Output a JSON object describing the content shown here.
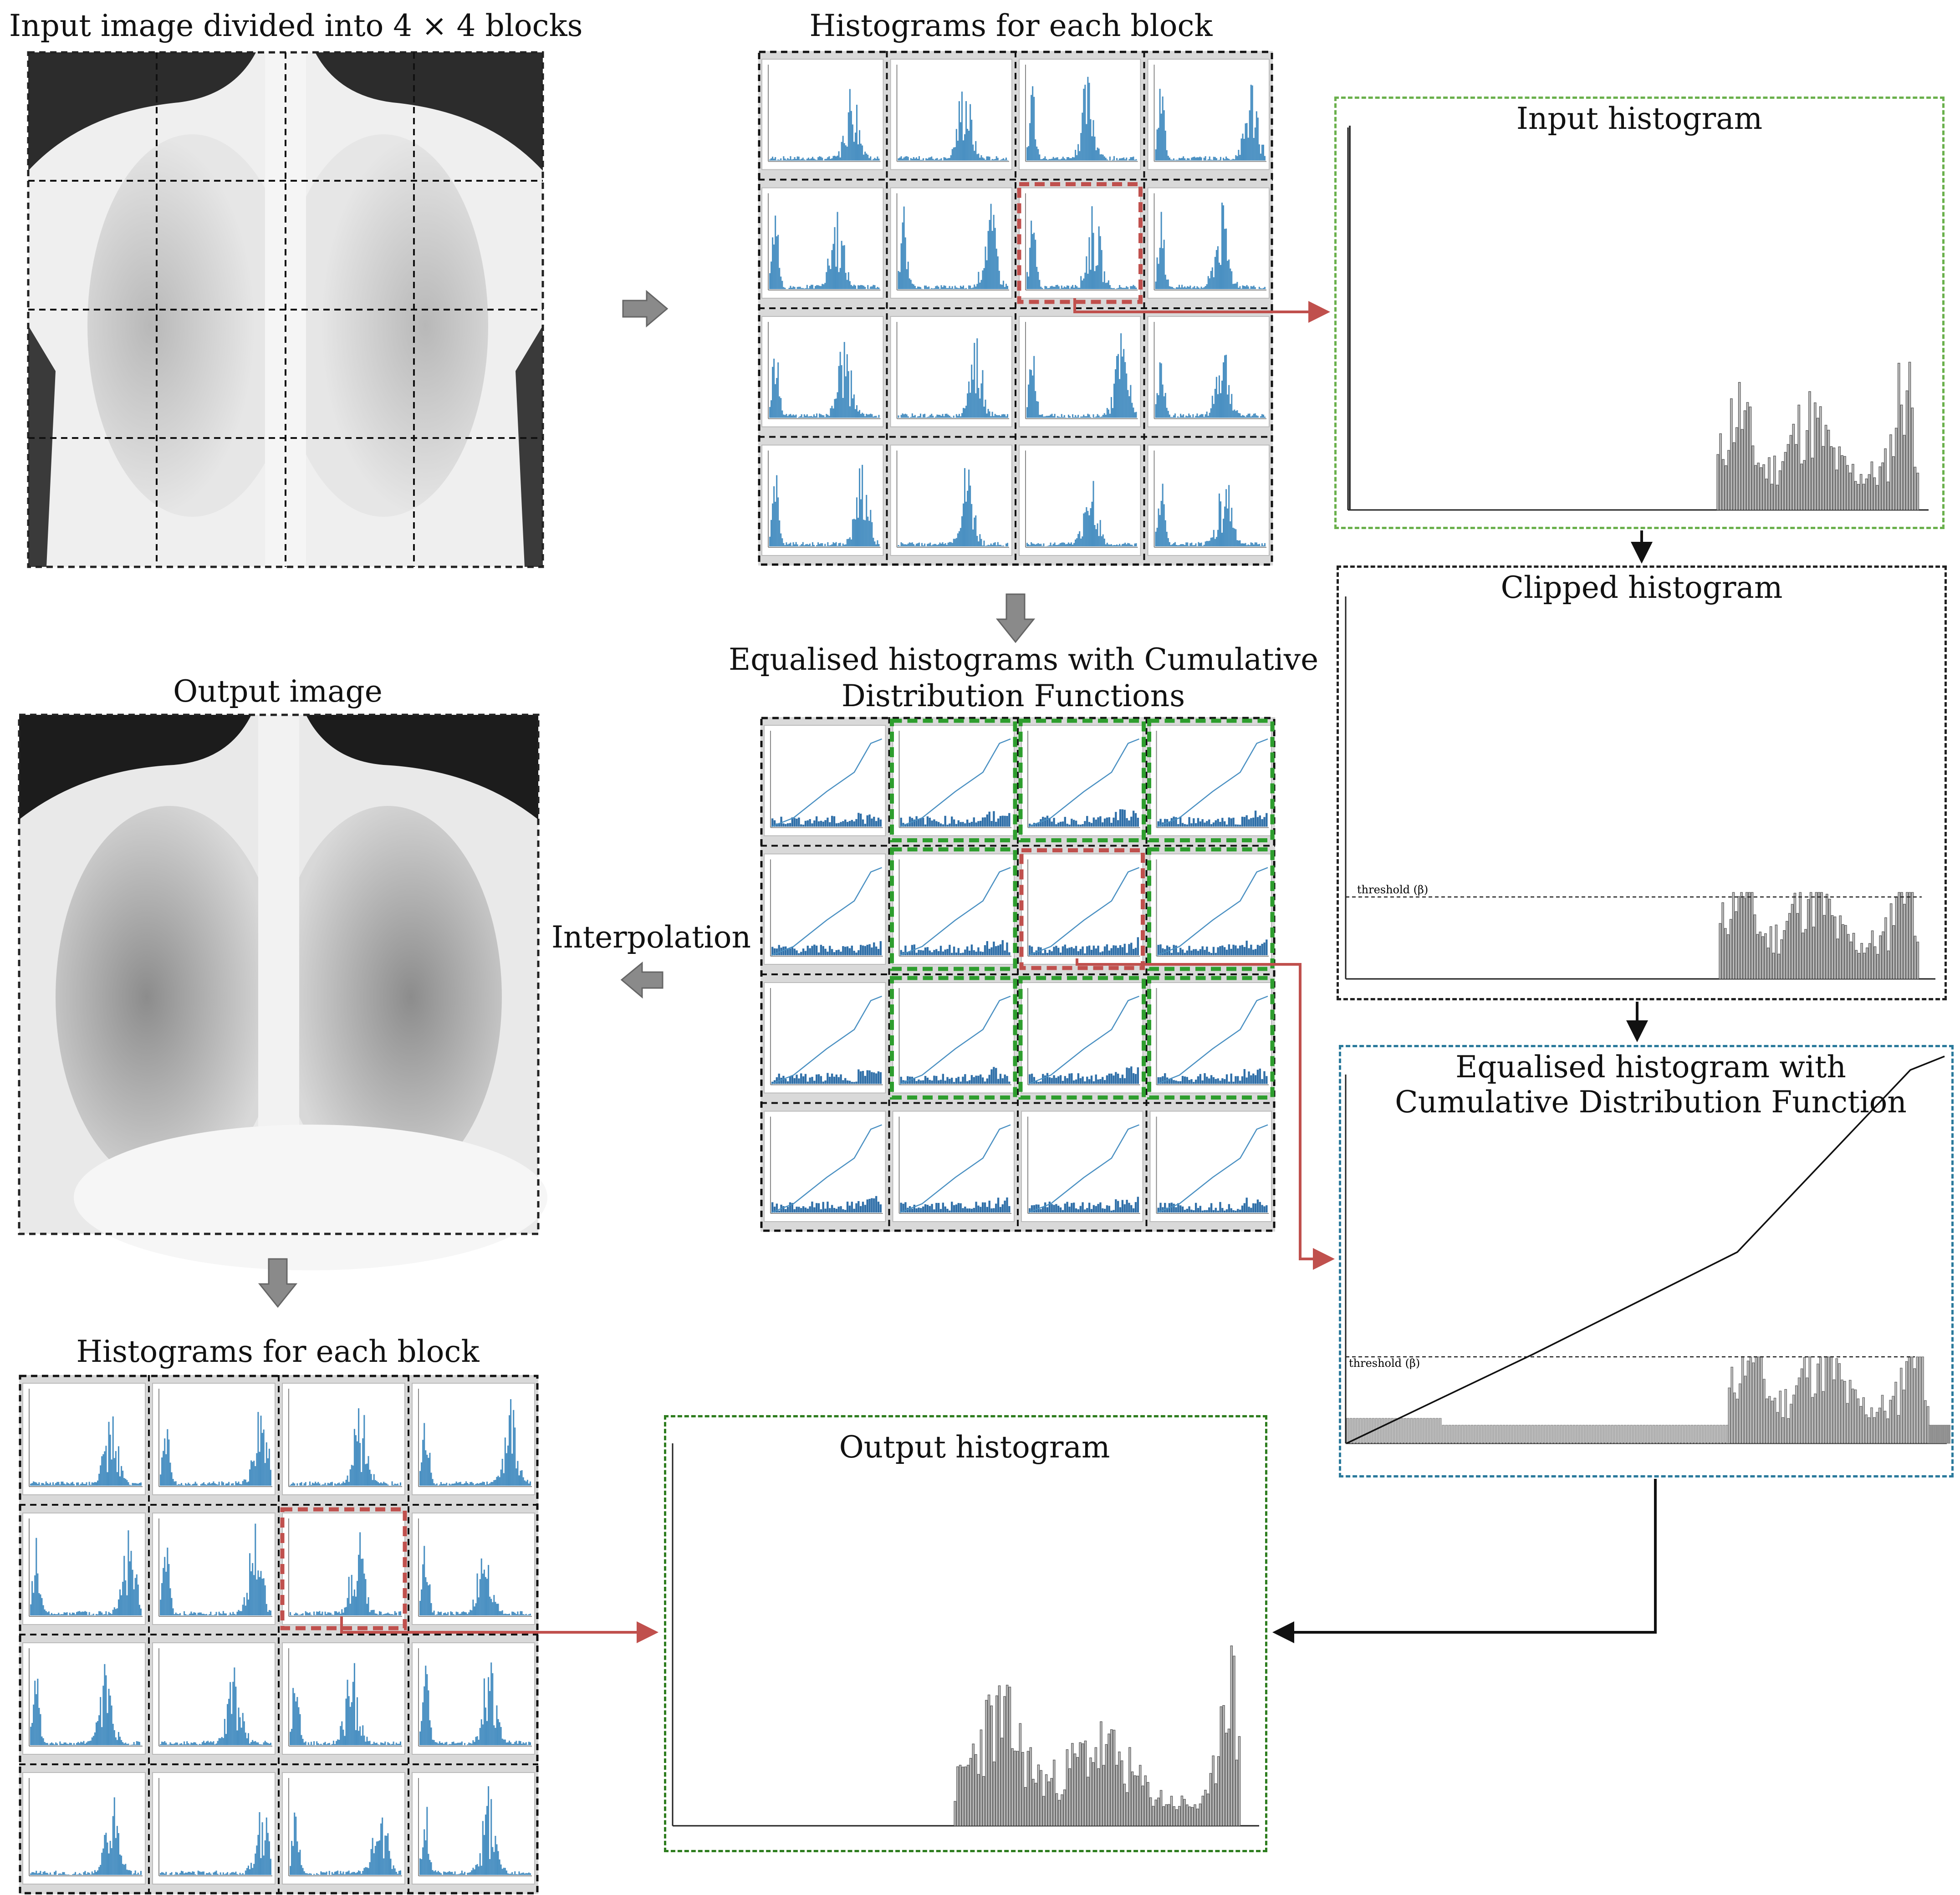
{
  "titles": {
    "input_image": "Input image divided into 4 × 4 blocks",
    "histograms_top": "Histograms for each block",
    "input_histogram": "Input histogram",
    "clipped_histogram": "Clipped histogram",
    "equalised_line1": "Equalised histograms with Cumulative",
    "equalised_line2": "Distribution Functions",
    "eq_cdf_line1": "Equalised histogram with",
    "eq_cdf_line2": "Cumulative Distribution Function",
    "output_image": "Output image",
    "interpolation": "Interpolation",
    "histograms_bottom": "Histograms for each block",
    "output_histogram": "Output histogram"
  },
  "labels": {
    "threshold_clipped": "threshold (β)",
    "threshold_eq": "threshold (β)"
  },
  "colors": {
    "hist_blue": "#4a90c2",
    "highlight_red": "#c0504d",
    "highlight_green": "#2e9e2e",
    "arrow_gray": "#8a8a8a",
    "connector_red": "#c0504d",
    "bar_gray": "#666666"
  },
  "icons": {
    "flow_arrow": "gray-arrow-icon",
    "connector": "elbow-arrow"
  }
}
